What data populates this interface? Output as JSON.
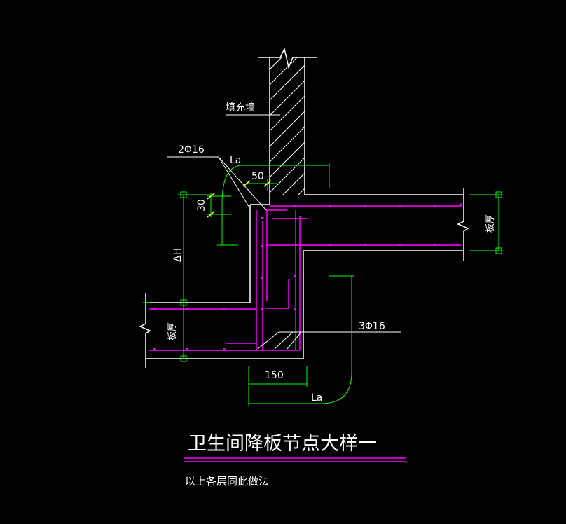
{
  "drawing": {
    "title": "卫生间降板节点大样一",
    "note": "以上各层同此做法",
    "labels": {
      "wall": "填充墙",
      "rebar_top": "2Φ16",
      "rebar_bottom": "3Φ16",
      "la_top": "La",
      "la_bottom": "La",
      "dim_50": "50",
      "dim_30": "30",
      "dim_150": "150",
      "dim_dh": "ΔH",
      "slab_left": "板厚",
      "slab_right": "板厚"
    },
    "colors": {
      "background": "#000000",
      "outline": "#ffffff",
      "rebar": "#ff00ff",
      "dimension": "#00ff00",
      "dim_tick": "#ffff00"
    }
  }
}
